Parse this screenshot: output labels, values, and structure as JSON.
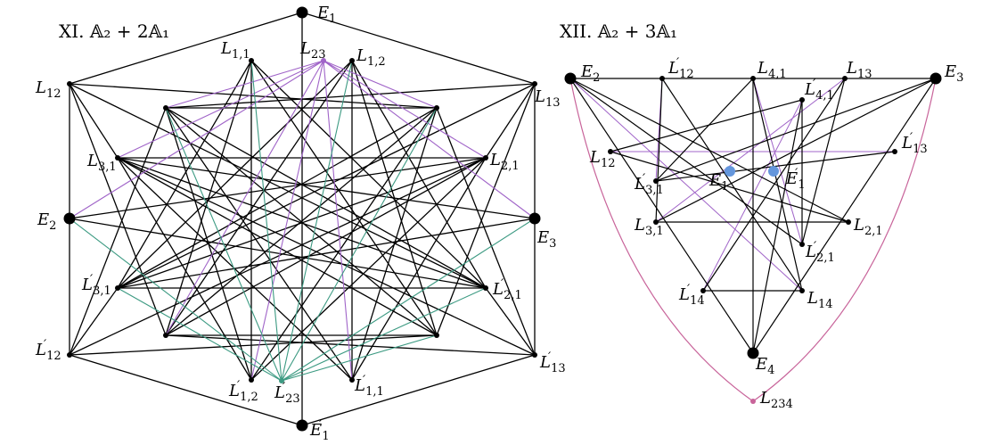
{
  "colors": {
    "black": "#000000",
    "purple": "#a064c8",
    "teal": "#3c9a82",
    "blue": "#6496dc",
    "pink": "#c8649a"
  },
  "diagrams": [
    {
      "title": "XI. 𝔸₂ + 2𝔸₁",
      "labels": {
        "E1": {
          "main": "E",
          "sub": "1",
          "prime": ""
        },
        "E2": {
          "main": "E",
          "sub": "2",
          "prime": ""
        },
        "E3": {
          "main": "E",
          "sub": "3",
          "prime": ""
        },
        "E1p": {
          "main": "E",
          "sub": "1",
          "prime": "′"
        },
        "L11": {
          "main": "L",
          "sub": "1,1",
          "prime": ""
        },
        "L12a": {
          "main": "L",
          "sub": "1,2",
          "prime": ""
        },
        "L23": {
          "main": "L",
          "sub": "23",
          "prime": ""
        },
        "L12": {
          "main": "L",
          "sub": "12",
          "prime": ""
        },
        "L13": {
          "main": "L",
          "sub": "13",
          "prime": ""
        },
        "L31": {
          "main": "L",
          "sub": "3,1",
          "prime": ""
        },
        "L21": {
          "main": "L",
          "sub": "2,1",
          "prime": ""
        },
        "L31p": {
          "main": "L",
          "sub": "3,1",
          "prime": "′"
        },
        "L21p": {
          "main": "L",
          "sub": "2,1",
          "prime": "′"
        },
        "L12p": {
          "main": "L",
          "sub": "12",
          "prime": "′"
        },
        "L13p": {
          "main": "L",
          "sub": "13",
          "prime": "′"
        },
        "L12ap": {
          "main": "L",
          "sub": "1,2",
          "prime": "′"
        },
        "L23p": {
          "main": "L",
          "sub": "23",
          "prime": "′"
        },
        "L11p": {
          "main": "L",
          "sub": "1,1",
          "prime": "′"
        }
      }
    },
    {
      "title": "XII. 𝔸₂ + 3𝔸₁",
      "labels": {
        "E2": {
          "main": "E",
          "sub": "2",
          "prime": ""
        },
        "E3": {
          "main": "E",
          "sub": "3",
          "prime": ""
        },
        "E4": {
          "main": "E",
          "sub": "4",
          "prime": ""
        },
        "L12p": {
          "main": "L",
          "sub": "12",
          "prime": "′"
        },
        "L41": {
          "main": "L",
          "sub": "4,1",
          "prime": ""
        },
        "L13": {
          "main": "L",
          "sub": "13",
          "prime": ""
        },
        "L41p": {
          "main": "L",
          "sub": "4,1",
          "prime": "′"
        },
        "L12": {
          "main": "L",
          "sub": "12",
          "prime": ""
        },
        "L13p": {
          "main": "L",
          "sub": "13",
          "prime": "′"
        },
        "L31p": {
          "main": "L",
          "sub": "3,1",
          "prime": "′"
        },
        "E1": {
          "main": "E",
          "sub": "1",
          "prime": ""
        },
        "E1p": {
          "main": "E",
          "sub": "1",
          "prime": "′"
        },
        "L31": {
          "main": "L",
          "sub": "3,1",
          "prime": ""
        },
        "L21": {
          "main": "L",
          "sub": "2,1",
          "prime": ""
        },
        "L21p": {
          "main": "L",
          "sub": "2,1",
          "prime": "′"
        },
        "L14p": {
          "main": "L",
          "sub": "14",
          "prime": "′"
        },
        "L14": {
          "main": "L",
          "sub": "14",
          "prime": ""
        },
        "L234": {
          "main": "L",
          "sub": "234",
          "prime": ""
        }
      }
    }
  ]
}
